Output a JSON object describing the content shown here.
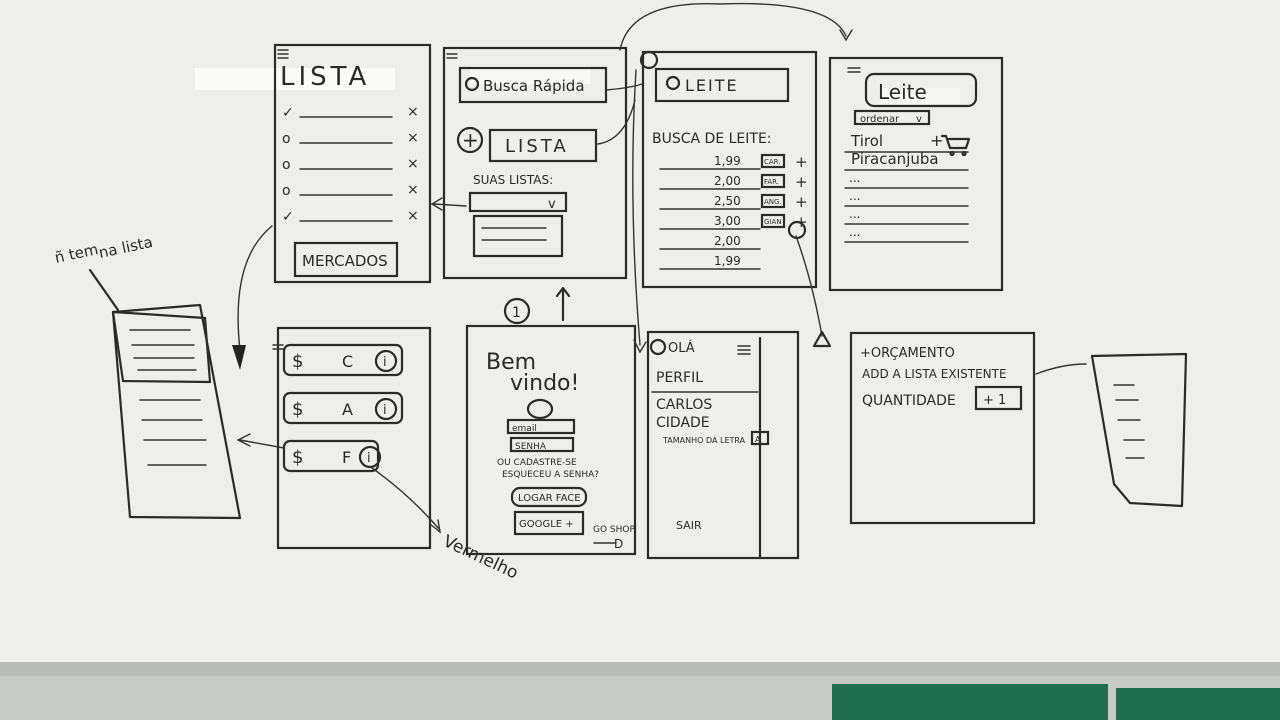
{
  "board": {
    "frame1": {
      "title": "LISTA",
      "button": "MERCADOS",
      "checks": [
        "✓",
        "o",
        "o",
        "o",
        "✓"
      ],
      "x_mark": "×"
    },
    "frame2": {
      "search": "Busca Rápida",
      "plus": "+",
      "list_button": "LISTA",
      "suas_listas": "SUAS LISTAS:",
      "dropdown_mark": "v"
    },
    "frame3": {
      "search": "LEITE",
      "heading": "BUSCA DE LEITE:",
      "rows": [
        {
          "price": "1,99",
          "store": "CAR.",
          "plus": "+"
        },
        {
          "price": "2,00",
          "store": "FAR.",
          "plus": "+"
        },
        {
          "price": "2,50",
          "store": "ANG.",
          "plus": "+"
        },
        {
          "price": "3,00",
          "store": "GIAN",
          "plus": "+"
        },
        {
          "price": "2,00",
          "store": "",
          "plus": ""
        },
        {
          "price": "1,99",
          "store": "",
          "plus": ""
        }
      ]
    },
    "frame4": {
      "title": "Leite",
      "order": "ordenar",
      "order_mark": "v",
      "items": [
        "Tirol",
        "Piracanjuba",
        "...",
        "...",
        "...",
        "..."
      ],
      "cart_plus": "+"
    },
    "frame5": {
      "rows": [
        {
          "symbol": "$",
          "letter": "C",
          "info": "i"
        },
        {
          "symbol": "$",
          "letter": "A",
          "info": "i"
        },
        {
          "symbol": "$",
          "letter": "F",
          "info": "i"
        }
      ]
    },
    "frame6": {
      "marker": "1",
      "welcome_line1": "Bem",
      "welcome_line2": "vindo!",
      "email": "email",
      "senha": "SENHA",
      "cadastre": "OU CADASTRE-SE",
      "esqueceu": "ESQUECEU A SENHA?",
      "face": "LOGAR FACE",
      "google": "GOOGLE +",
      "go_shop": "GO SHOP",
      "smile": "D"
    },
    "frame7": {
      "greeting": "OLÁ",
      "perfil": "PERFIL",
      "name": "CARLOS",
      "cidade": "CIDADE",
      "font_size": "TAMANHO DA LETRA",
      "font_badge": "A",
      "sair": "SAIR"
    },
    "frame8": {
      "line1": "+ORÇAMENTO",
      "line2": "ADD A LISTA EXISTENTE",
      "line3": "QUANTIDADE",
      "qty": "+ 1"
    },
    "notes": {
      "top_left": [
        "ñ tem",
        "na lista"
      ],
      "vermelho": "Vermelho"
    }
  }
}
